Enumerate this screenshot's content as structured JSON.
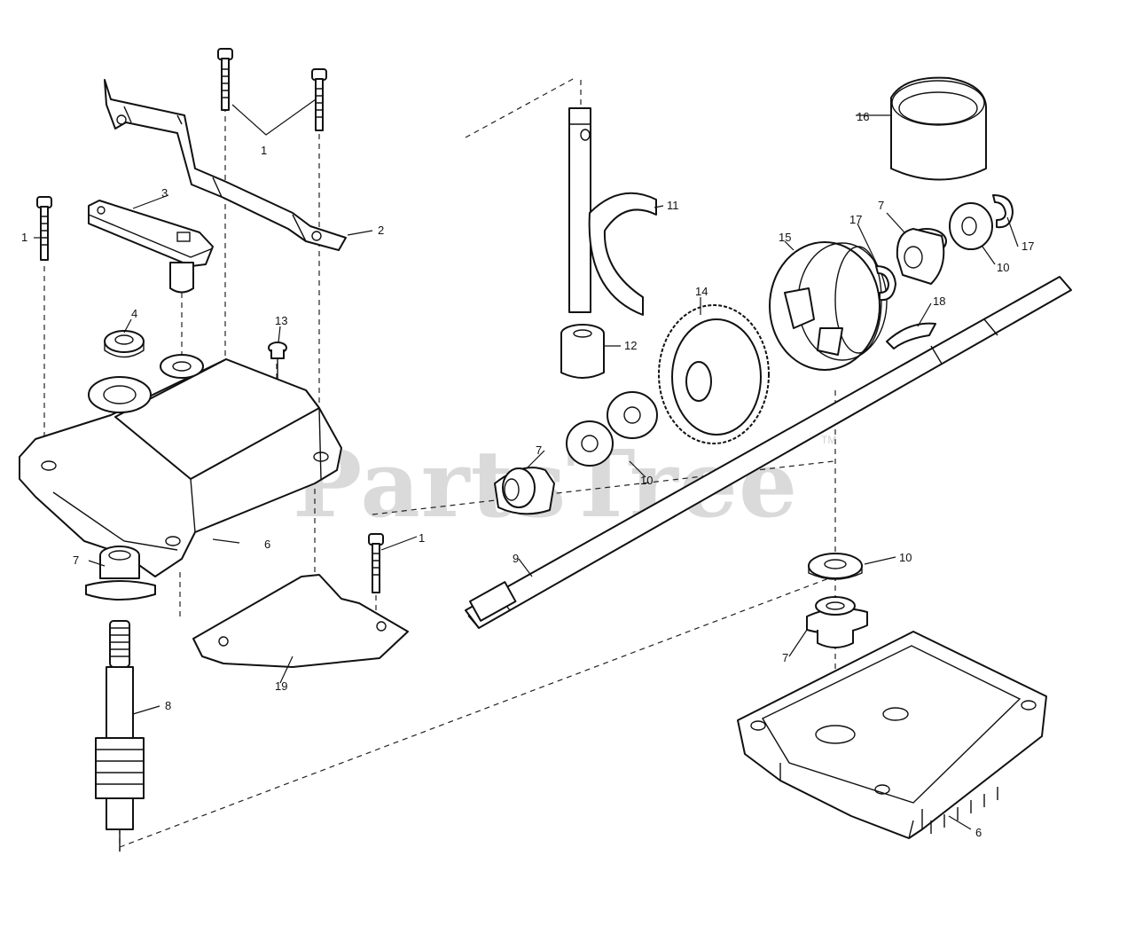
{
  "watermark": {
    "brand": "PartsTree",
    "trademark": "TM"
  },
  "callouts": {
    "c1a": "1",
    "c1b": "1",
    "c1c": "1",
    "c2": "2",
    "c3": "3",
    "c4": "4",
    "c13": "13",
    "c6a": "6",
    "c6b": "6",
    "c7a": "7",
    "c7b": "7",
    "c7c": "7",
    "c7d": "7",
    "c8": "8",
    "c9": "9",
    "c10a": "10",
    "c10b": "10",
    "c10c": "10",
    "c11": "11",
    "c12": "12",
    "c14": "14",
    "c15": "15",
    "c16": "16",
    "c17a": "17",
    "c17b": "17",
    "c18": "18",
    "c19": "19"
  }
}
